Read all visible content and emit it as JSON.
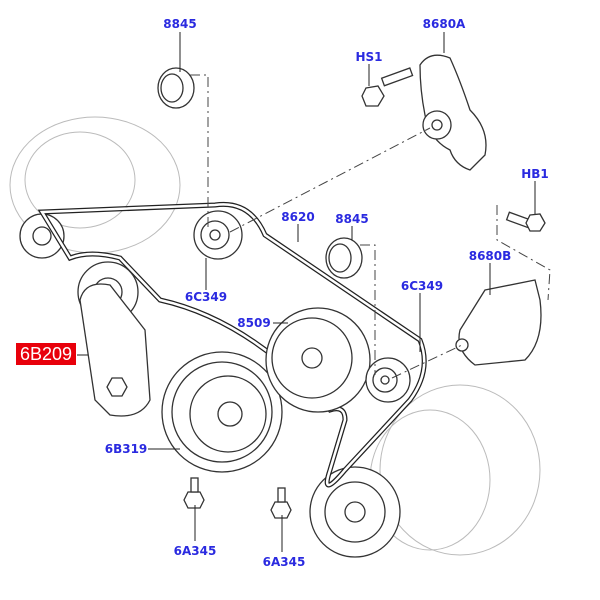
{
  "diagram": {
    "title_hidden": null,
    "highlight_color": "#e8000b",
    "label_color": "#2a2ae0",
    "labels": {
      "p8845_top": "8845",
      "p8680A": "8680A",
      "pHS1": "HS1",
      "pHB1": "HB1",
      "p8620": "8620",
      "p8845_mid": "8845",
      "p6C349_left": "6C349",
      "p6C349_right": "6C349",
      "p8680B": "8680B",
      "p8509": "8509",
      "p6B209": "6B209",
      "p6B319": "6B319",
      "p6A345_left": "6A345",
      "p6A345_right": "6A345"
    }
  }
}
